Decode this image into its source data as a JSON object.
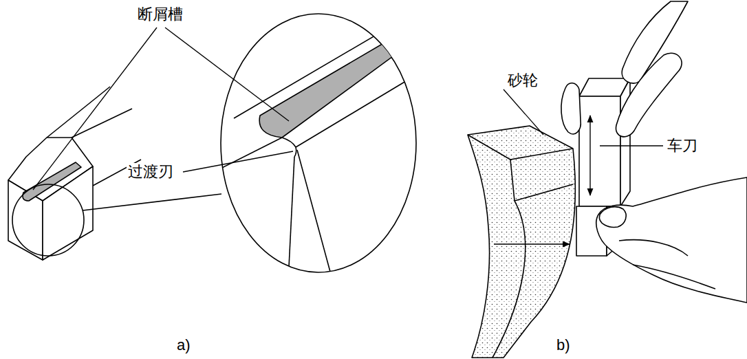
{
  "diagram": {
    "labels": [
      "断屑槽",
      "过渡刃",
      "砂轮",
      "车刀",
      "a)",
      "b)"
    ]
  }
}
